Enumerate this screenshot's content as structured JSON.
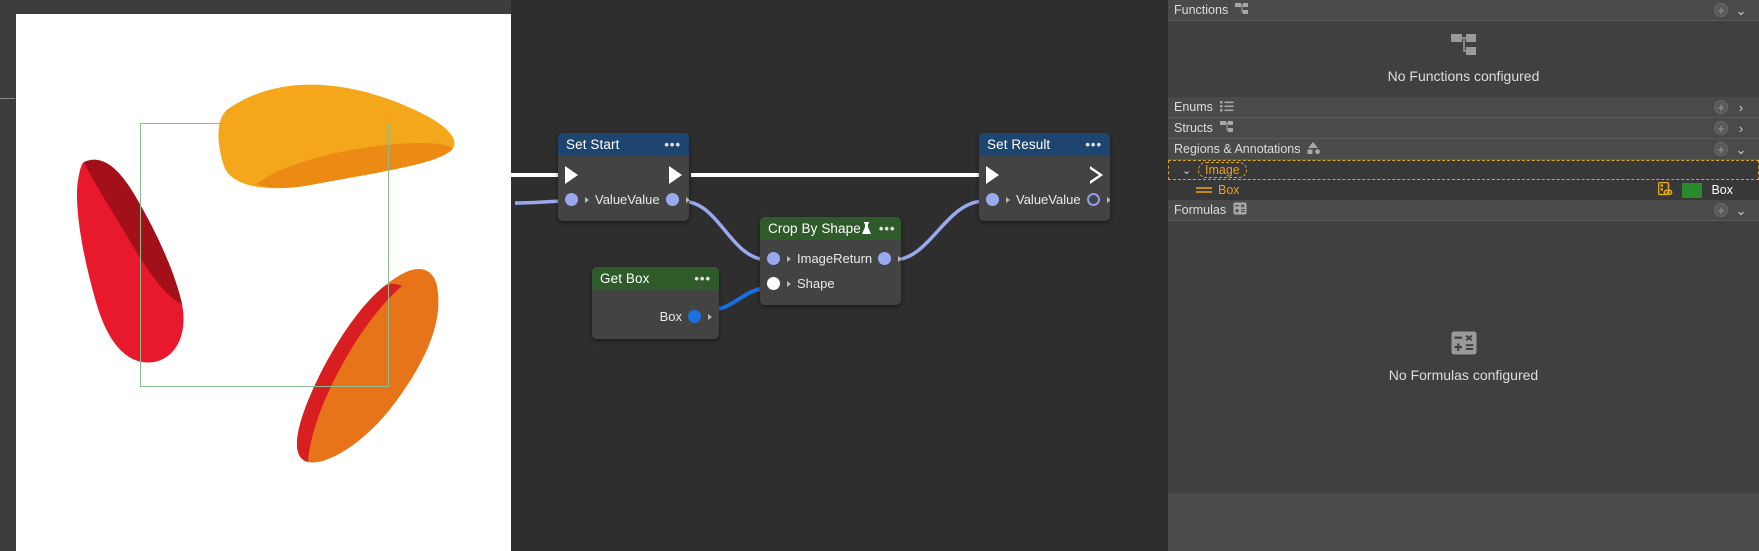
{
  "viewer": {
    "name": "image-preview",
    "background": "#ffffff",
    "selection_rect_color": "#8fbc8f",
    "shapes": [
      {
        "name": "yellow-petal",
        "color": "#f4a71b"
      },
      {
        "name": "orange-petal-overlay",
        "color": "#ec8b13"
      },
      {
        "name": "red-petal",
        "color": "#e8192c"
      },
      {
        "name": "dark-red-petal-overlay",
        "color": "#a21019"
      },
      {
        "name": "orange-petal-lower",
        "color": "#e8741a"
      },
      {
        "name": "red-petal-lower",
        "color": "#d81e20"
      }
    ]
  },
  "graph": {
    "background": "#2e2e2e",
    "nodes": [
      {
        "id": "set-start",
        "title": "Set Start",
        "header_color": "#1e456f",
        "menu_label": "•••",
        "has_flask": false,
        "left_pins": [
          {
            "label": "",
            "type": "exec-filled"
          },
          {
            "label": "Value",
            "type": "dot-lilac"
          }
        ],
        "right_pins": [
          {
            "label": "",
            "type": "exec-filled"
          },
          {
            "label": "Value",
            "type": "dot-lilac"
          }
        ]
      },
      {
        "id": "get-box",
        "title": "Get Box",
        "header_color": "#2f5b2b",
        "menu_label": "•••",
        "has_flask": false,
        "left_pins": [],
        "right_pins": [
          {
            "label": "Box",
            "type": "dot-blue"
          }
        ]
      },
      {
        "id": "crop-by-shape",
        "title": "Crop By Shape",
        "header_color": "#2f5b2b",
        "menu_label": "•••",
        "has_flask": true,
        "flask_icon": "flask-icon",
        "left_pins": [
          {
            "label": "Image",
            "type": "dot-lilac"
          },
          {
            "label": "Shape",
            "type": "dot-white"
          }
        ],
        "right_pins": [
          {
            "label": "Return",
            "type": "dot-lilac"
          }
        ]
      },
      {
        "id": "set-result",
        "title": "Set Result",
        "header_color": "#1e456f",
        "menu_label": "•••",
        "has_flask": false,
        "left_pins": [
          {
            "label": "",
            "type": "exec-filled"
          },
          {
            "label": "Value",
            "type": "dot-lilac"
          }
        ],
        "right_pins": [
          {
            "label": "",
            "type": "exec-hollow"
          },
          {
            "label": "Value",
            "type": "dot-hollow-lilac"
          }
        ]
      }
    ],
    "wire_colors": {
      "exec": "#ffffff",
      "data_lilac": "#9aa8f0",
      "data_blue": "#1c6fe0"
    }
  },
  "panel": {
    "sections": [
      {
        "id": "functions",
        "title": "Functions",
        "icon": "hierarchy-icon",
        "plus_label": "+",
        "chevron": "⌄",
        "empty_text": "No Functions configured",
        "empty_icon": "hierarchy-icon"
      },
      {
        "id": "enums",
        "title": "Enums",
        "icon": "list-ordered-icon",
        "plus_label": "+",
        "chevron": "›"
      },
      {
        "id": "structs",
        "title": "Structs",
        "icon": "hierarchy-icon",
        "plus_label": "+",
        "chevron": "›"
      },
      {
        "id": "regions-annotations",
        "title": "Regions & Annotations",
        "icon": "shapes-icon",
        "plus_label": "+",
        "chevron": "⌄"
      },
      {
        "id": "formulas",
        "title": "Formulas",
        "icon": "calculator-icon",
        "plus_label": "+",
        "chevron": "⌄",
        "empty_text": "No Formulas configured",
        "empty_icon": "calculator-icon"
      }
    ],
    "tree": [
      {
        "id": "image",
        "caret": "⌄",
        "label": "Image",
        "selected": true,
        "style": "tag-outline"
      },
      {
        "id": "box",
        "icon": "equals-icon",
        "label": "Box",
        "selected": false,
        "right_icon": "link-badge-icon",
        "swatch_color": "#2a8a2f",
        "right_label": "Box"
      }
    ],
    "accent_color": "#e7a11c",
    "selection_outline_color": "#d8a52a"
  }
}
